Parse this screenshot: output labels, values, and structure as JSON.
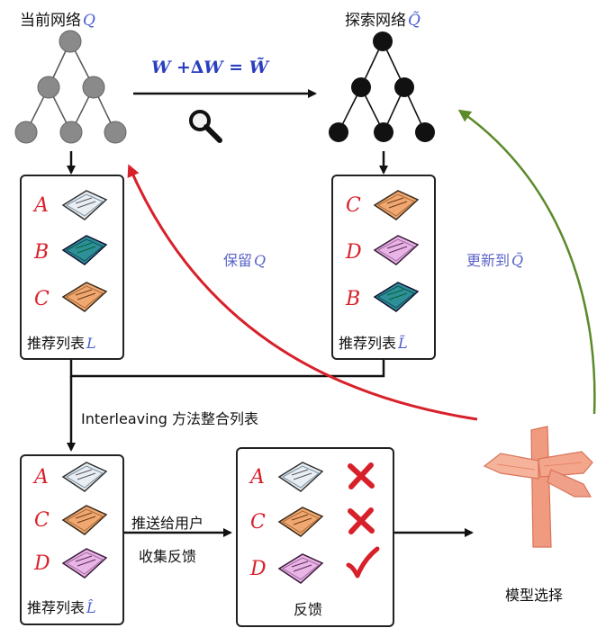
{
  "current_network": {
    "label": "当前网络",
    "symbol": "Q",
    "node_color": "#8a8a8a"
  },
  "explore_network": {
    "label": "探索网络",
    "symbol": "Q̃",
    "node_color": "#111111"
  },
  "formula": "W +∆W = W̃",
  "magnifier_icon": "magnifying-glass-icon",
  "list_L": {
    "caption": "推荐列表",
    "symbol": "L",
    "items": [
      {
        "letter": "A",
        "icon": "newspaper-white-icon",
        "color": "#e8eef2"
      },
      {
        "letter": "B",
        "icon": "newspaper-teal-icon",
        "color": "#2f8f98"
      },
      {
        "letter": "C",
        "icon": "newspaper-orange-icon",
        "color": "#f0a870"
      }
    ]
  },
  "list_L_tilde": {
    "caption": "推荐列表",
    "symbol": "L̃",
    "items": [
      {
        "letter": "C",
        "icon": "newspaper-orange-icon",
        "color": "#f0a870"
      },
      {
        "letter": "D",
        "icon": "newspaper-pink-icon",
        "color": "#e9b4e6"
      },
      {
        "letter": "B",
        "icon": "newspaper-teal-icon",
        "color": "#2f8f98"
      }
    ]
  },
  "keep_label": {
    "text": "保留",
    "symbol": "Q"
  },
  "update_label": {
    "text": "更新到",
    "symbol": "Q̃"
  },
  "interleave_label": "Interleaving 方法整合列表",
  "list_L_hat": {
    "caption": "推荐列表",
    "symbol": "L̂",
    "items": [
      {
        "letter": "A",
        "icon": "newspaper-white-icon",
        "color": "#e8eef2"
      },
      {
        "letter": "C",
        "icon": "newspaper-orange-icon",
        "color": "#f0a870"
      },
      {
        "letter": "D",
        "icon": "newspaper-pink-icon",
        "color": "#e9b4e6"
      }
    ]
  },
  "push_label": "推送给用户",
  "collect_label": "收集反馈",
  "feedback": {
    "caption": "反馈",
    "items": [
      {
        "letter": "A",
        "icon": "newspaper-white-icon",
        "color": "#e8eef2",
        "mark": "cross-mark-icon"
      },
      {
        "letter": "C",
        "icon": "newspaper-orange-icon",
        "color": "#f0a870",
        "mark": "cross-mark-icon"
      },
      {
        "letter": "D",
        "icon": "newspaper-pink-icon",
        "color": "#e9b4e6",
        "mark": "check-mark-icon"
      }
    ]
  },
  "model_select": {
    "label": "模型选择",
    "icon": "signpost-icon"
  },
  "colors": {
    "red_arrow": "#d8202a",
    "green_arrow": "#5a8a2a",
    "blue_text": "#4a5ad0"
  }
}
